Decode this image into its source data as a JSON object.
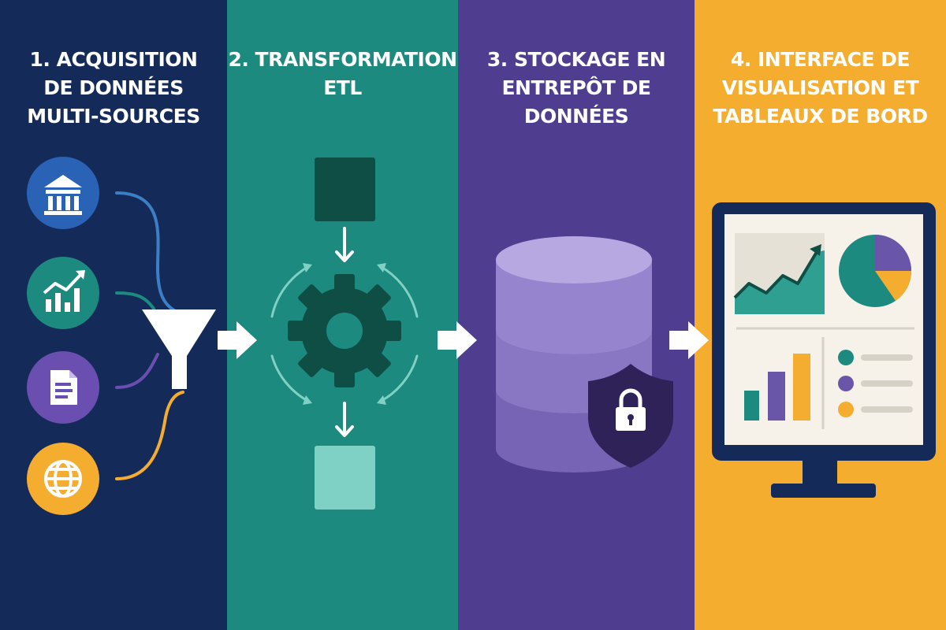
{
  "steps": [
    {
      "id": "acquisition",
      "lines": [
        "1. Acquisition",
        "de données",
        "multi-sources"
      ],
      "color": "#142b59",
      "icons": [
        "bank-icon",
        "growth-chart-icon",
        "document-icon",
        "globe-icon",
        "funnel-icon"
      ]
    },
    {
      "id": "transformation",
      "lines": [
        "2. Transformation",
        "ETL"
      ],
      "color": "#1c8a7f",
      "icons": [
        "input-block-icon",
        "gear-icon",
        "cycle-arrows-icon",
        "output-block-icon"
      ]
    },
    {
      "id": "storage",
      "lines": [
        "3. Stockage en",
        "entrepôt de données"
      ],
      "color": "#4f3e8f",
      "icons": [
        "database-icon",
        "shield-lock-icon"
      ]
    },
    {
      "id": "dashboard",
      "lines": [
        "4. Interface de",
        "visualisation et",
        "tableaux de bord"
      ],
      "color": "#f4ad2f",
      "icons": [
        "monitor-icon",
        "line-chart-icon",
        "pie-chart-icon",
        "bar-chart-icon",
        "legend-icon"
      ]
    }
  ],
  "connector_icon": "right-arrow-icon"
}
